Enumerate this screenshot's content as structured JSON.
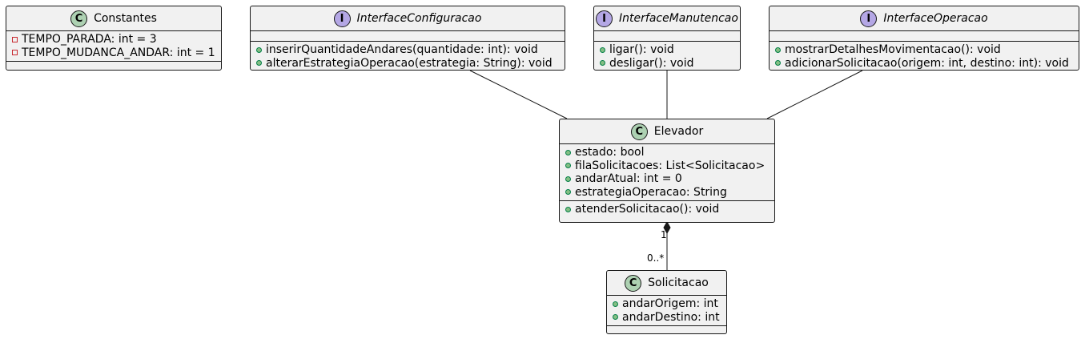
{
  "classes": {
    "constantes": {
      "stereotype": "C",
      "name": "Constantes",
      "attributes": [
        "TEMPO_PARADA: int = 3",
        "TEMPO_MUDANCA_ANDAR: int = 1"
      ]
    },
    "interface_configuracao": {
      "stereotype": "I",
      "name": "InterfaceConfiguracao",
      "methods": [
        "inserirQuantidadeAndares(quantidade: int): void",
        "alterarEstrategiaOperacao(estrategia: String): void"
      ]
    },
    "interface_manutencao": {
      "stereotype": "I",
      "name": "InterfaceManutencao",
      "methods": [
        "ligar(): void",
        "desligar(): void"
      ]
    },
    "interface_operacao": {
      "stereotype": "I",
      "name": "InterfaceOperacao",
      "methods": [
        "mostrarDetalhesMovimentacao(): void",
        "adicionarSolicitacao(origem: int, destino: int): void"
      ]
    },
    "elevador": {
      "stereotype": "C",
      "name": "Elevador",
      "attributes": [
        "estado: bool",
        "filaSolicitacoes: List<Solicitacao>",
        "andarAtual: int = 0",
        "estrategiaOperacao: String"
      ],
      "methods": [
        "atenderSolicitacao(): void"
      ]
    },
    "solicitacao": {
      "stereotype": "C",
      "name": "Solicitacao",
      "attributes": [
        "andarOrigem: int",
        "andarDestino: int"
      ]
    }
  },
  "composition": {
    "whole_multiplicity": "1",
    "part_multiplicity": "0..*"
  },
  "colors": {
    "class_badge": "#add1b2",
    "interface_badge": "#b4a7e5",
    "box_fill": "#f1f1f1",
    "public_marker": "#84be84",
    "private_marker": "#c82930"
  }
}
